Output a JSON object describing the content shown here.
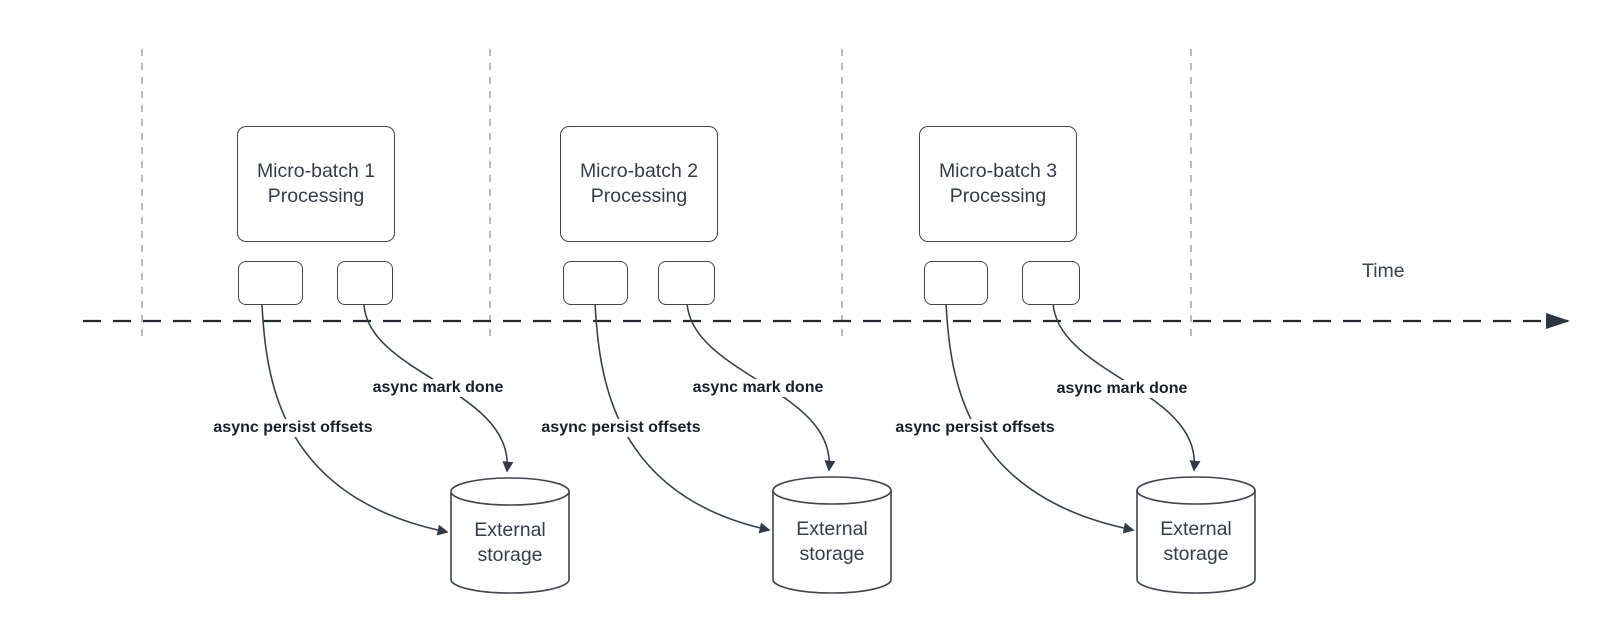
{
  "diagram": {
    "time_label": "Time",
    "batches": [
      {
        "title": "Micro-batch 1",
        "subtitle": "Processing",
        "persist_label": "async persist offsets",
        "done_label": "async mark done",
        "storage_label": "External storage"
      },
      {
        "title": "Micro-batch 2",
        "subtitle": "Processing",
        "persist_label": "async persist offsets",
        "done_label": "async mark done",
        "storage_label": "External storage"
      },
      {
        "title": "Micro-batch 3",
        "subtitle": "Processing",
        "persist_label": "async persist offsets",
        "done_label": "async mark done",
        "storage_label": "External storage"
      }
    ]
  }
}
